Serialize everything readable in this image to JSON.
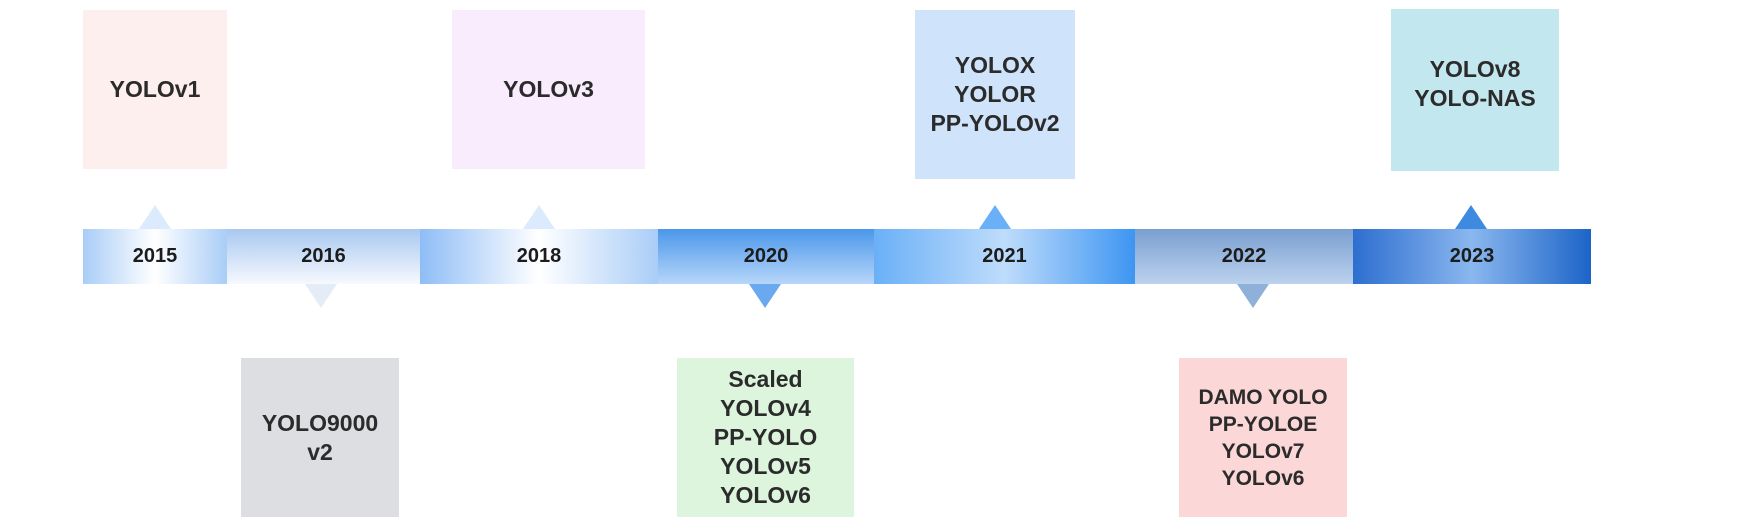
{
  "timeline": {
    "top_cards": [
      {
        "lines": [
          "YOLOv1"
        ]
      },
      {
        "lines": [
          "YOLOv3"
        ]
      },
      {
        "lines": [
          "YOLOX",
          "YOLOR",
          "PP-YOLOv2"
        ]
      },
      {
        "lines": [
          "YOLOv8",
          "YOLO-NAS"
        ]
      }
    ],
    "bottom_cards": [
      {
        "lines": [
          "YOLO9000",
          "v2"
        ]
      },
      {
        "lines": [
          "Scaled",
          "YOLOv4",
          "PP-YOLO",
          "YOLOv5",
          "YOLOv6"
        ]
      },
      {
        "lines": [
          "DAMO YOLO",
          "PP-YOLOE",
          "YOLOv7",
          "YOLOv6"
        ]
      }
    ],
    "years": [
      "2015",
      "2016",
      "2018",
      "2020",
      "2021",
      "2022",
      "2023"
    ]
  },
  "colors": {
    "card_yolov1": "#fcefee",
    "card_yolov3": "#f8ecfd",
    "card_2021": "#cfe3fb",
    "card_2023": "#c3e7ef",
    "card_2016": "#dcdee2",
    "card_2020": "#dcf5dc",
    "card_2022": "#fcd7d7"
  }
}
